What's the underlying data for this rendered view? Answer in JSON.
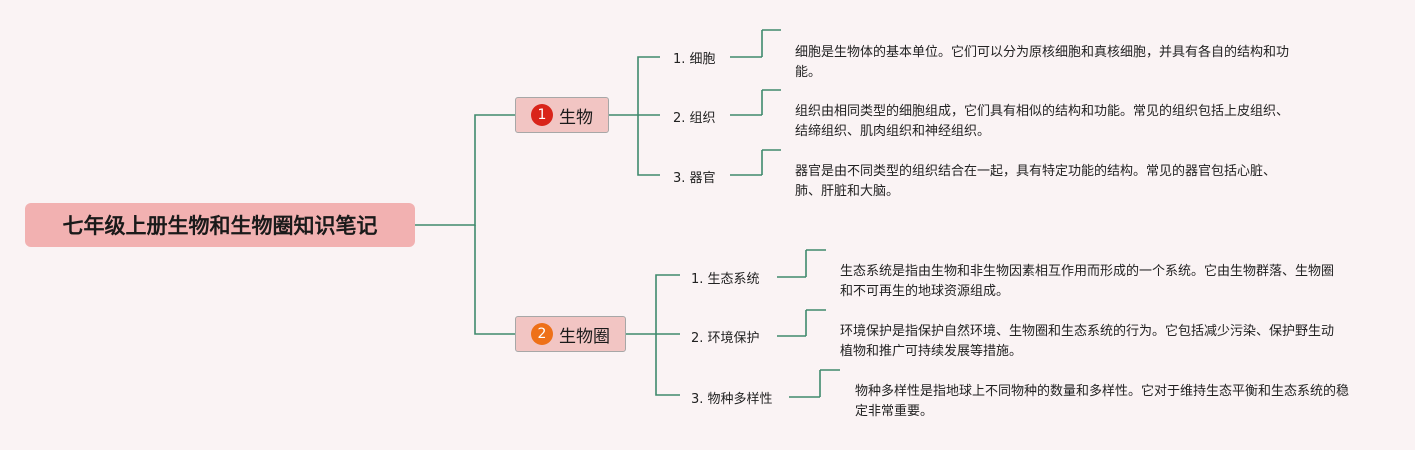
{
  "title": "七年级上册生物和生物圈知识笔记",
  "colors": {
    "line": "#3f8a6d",
    "badge1": "#d9241a",
    "badge2": "#ee7018"
  },
  "branches": [
    {
      "number": "1",
      "label": "生物",
      "items": [
        {
          "label": "1. 细胞",
          "desc": "细胞是生物体的基本单位。它们可以分为原核细胞和真核细胞，并具有各自的结构和功能。"
        },
        {
          "label": "2. 组织",
          "desc": "组织由相同类型的细胞组成，它们具有相似的结构和功能。常见的组织包括上皮组织、结缔组织、肌肉组织和神经组织。"
        },
        {
          "label": "3. 器官",
          "desc": "器官是由不同类型的组织结合在一起，具有特定功能的结构。常见的器官包括心脏、肺、肝脏和大脑。"
        }
      ]
    },
    {
      "number": "2",
      "label": "生物圈",
      "items": [
        {
          "label": "1. 生态系统",
          "desc": "生态系统是指由生物和非生物因素相互作用而形成的一个系统。它由生物群落、生物圈和不可再生的地球资源组成。"
        },
        {
          "label": "2. 环境保护",
          "desc": "环境保护是指保护自然环境、生物圈和生态系统的行为。它包括减少污染、保护野生动植物和推广可持续发展等措施。"
        },
        {
          "label": "3. 物种多样性",
          "desc": "物种多样性是指地球上不同物种的数量和多样性。它对于维持生态平衡和生态系统的稳定非常重要。"
        }
      ]
    }
  ]
}
